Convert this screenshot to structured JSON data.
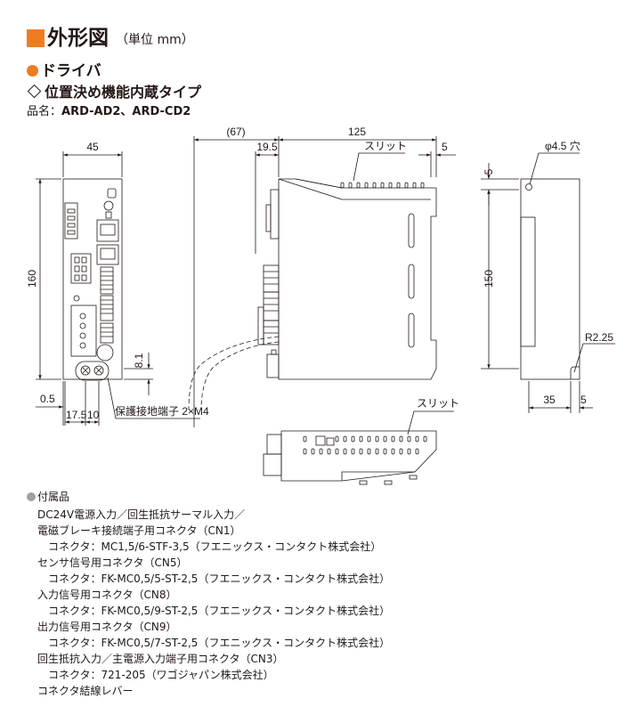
{
  "header": {
    "title": "外形図",
    "unit": "（単位 mm）"
  },
  "section": {
    "driver": "ドライバ",
    "type": "位置決め機能内蔵タイプ",
    "product_label": "品名：",
    "product_models": "ARD-AD2、ARD-CD2"
  },
  "dimensions": {
    "width_45": "45",
    "depth_67": "(67)",
    "depth_125": "125",
    "d_19_5": "19.5",
    "d_5_top": "5",
    "height_160": "160",
    "d_8_1": "8.1",
    "d_0_5": "0.5",
    "d_17_5": "17.5",
    "d_10": "10",
    "hole": "φ4.5 穴",
    "d_5_side": "5",
    "height_150": "150",
    "radius": "R2.25",
    "d_35": "35",
    "d_5_bottom": "5"
  },
  "labels": {
    "slit_top": "スリット",
    "slit_bottom": "スリット",
    "ground_terminal": "保護接地端子 2×M4"
  },
  "accessories": {
    "heading": "付属品",
    "lines": [
      "DC24V電源入力／回生抵抗サーマル入力／",
      "電磁ブレーキ接続端子用コネクタ（CN1）",
      "　コネクタ：MC1,5/6-STF-3,5（フエニックス・コンタクト株式会社）",
      "センサ信号用コネクタ（CN5）",
      "　コネクタ：FK-MC0,5/5-ST-2,5（フエニックス・コンタクト株式会社）",
      "入力信号用コネクタ（CN8）",
      "　コネクタ：FK-MC0,5/9-ST-2,5（フエニックス・コンタクト株式会社）",
      "出力信号用コネクタ（CN9）",
      "　コネクタ：FK-MC0,5/7-ST-2,5（フエニックス・コンタクト株式会社）",
      "回生抵抗入力／主電源入力端子用コネクタ（CN3）",
      "　コネクタ：721-205（ワゴジャパン株式会社）",
      "コネクタ結線レバー"
    ]
  },
  "colors": {
    "accent": "#ee7d22",
    "line": "#231815",
    "bullet_gray": "#9fa0a0"
  }
}
